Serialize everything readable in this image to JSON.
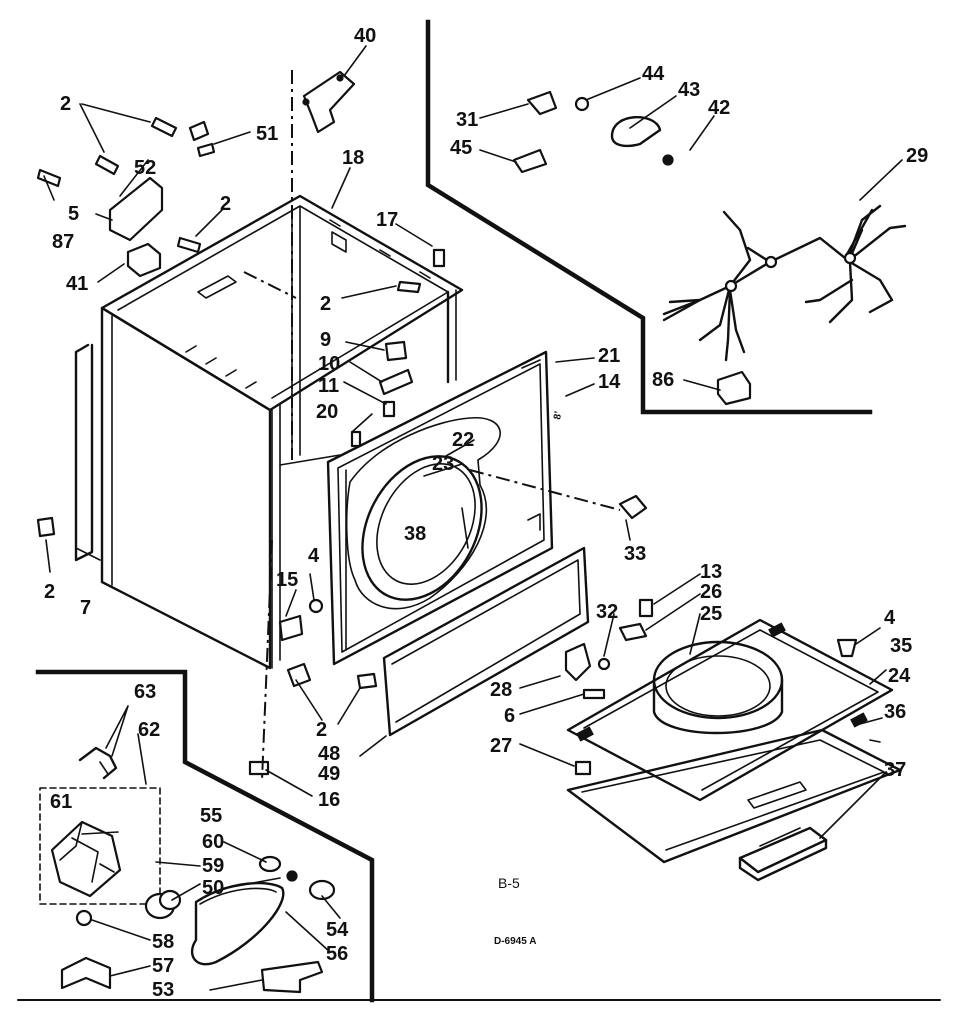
{
  "diagram": {
    "caption_section": "B-5",
    "caption_drawing": "D-6945 A",
    "callouts": [
      {
        "id": "c40",
        "text": "40"
      },
      {
        "id": "c2a",
        "text": "2"
      },
      {
        "id": "c51",
        "text": "51"
      },
      {
        "id": "c52",
        "text": "52"
      },
      {
        "id": "c18",
        "text": "18"
      },
      {
        "id": "c5",
        "text": "5"
      },
      {
        "id": "c87",
        "text": "87"
      },
      {
        "id": "c2b",
        "text": "2"
      },
      {
        "id": "c17",
        "text": "17"
      },
      {
        "id": "c41",
        "text": "41"
      },
      {
        "id": "c2c",
        "text": "2"
      },
      {
        "id": "c9",
        "text": "9"
      },
      {
        "id": "c10",
        "text": "10"
      },
      {
        "id": "c11",
        "text": "11"
      },
      {
        "id": "c20",
        "text": "20"
      },
      {
        "id": "c22",
        "text": "22"
      },
      {
        "id": "c23",
        "text": "23"
      },
      {
        "id": "c38",
        "text": "38"
      },
      {
        "id": "c21",
        "text": "21"
      },
      {
        "id": "c14",
        "text": "14"
      },
      {
        "id": "c33",
        "text": "33"
      },
      {
        "id": "c31",
        "text": "31"
      },
      {
        "id": "c45",
        "text": "45"
      },
      {
        "id": "c44",
        "text": "44"
      },
      {
        "id": "c43",
        "text": "43"
      },
      {
        "id": "c42",
        "text": "42"
      },
      {
        "id": "c29",
        "text": "29"
      },
      {
        "id": "c86",
        "text": "86"
      },
      {
        "id": "c2d",
        "text": "2"
      },
      {
        "id": "c7",
        "text": "7"
      },
      {
        "id": "c4a",
        "text": "4"
      },
      {
        "id": "c15",
        "text": "15"
      },
      {
        "id": "c2e",
        "text": "2"
      },
      {
        "id": "c48",
        "text": "48"
      },
      {
        "id": "c49",
        "text": "49"
      },
      {
        "id": "c16",
        "text": "16"
      },
      {
        "id": "c13",
        "text": "13"
      },
      {
        "id": "c26",
        "text": "26"
      },
      {
        "id": "c25",
        "text": "25"
      },
      {
        "id": "c32",
        "text": "32"
      },
      {
        "id": "c4b",
        "text": "4"
      },
      {
        "id": "c35",
        "text": "35"
      },
      {
        "id": "c24",
        "text": "24"
      },
      {
        "id": "c36",
        "text": "36"
      },
      {
        "id": "c28",
        "text": "28"
      },
      {
        "id": "c6",
        "text": "6"
      },
      {
        "id": "c27",
        "text": "27"
      },
      {
        "id": "c37",
        "text": "37"
      },
      {
        "id": "c63",
        "text": "63"
      },
      {
        "id": "c62",
        "text": "62"
      },
      {
        "id": "c61",
        "text": "61"
      },
      {
        "id": "c55",
        "text": "55"
      },
      {
        "id": "c60",
        "text": "60"
      },
      {
        "id": "c59",
        "text": "59"
      },
      {
        "id": "c50",
        "text": "50"
      },
      {
        "id": "c54",
        "text": "54"
      },
      {
        "id": "c58",
        "text": "58"
      },
      {
        "id": "c56",
        "text": "56"
      },
      {
        "id": "c57",
        "text": "57"
      },
      {
        "id": "c53",
        "text": "53"
      }
    ]
  }
}
